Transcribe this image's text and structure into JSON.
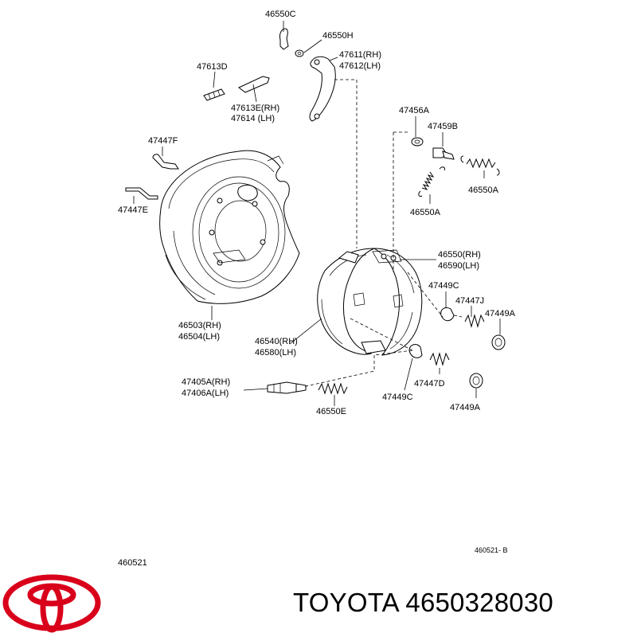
{
  "diagram": {
    "labels": {
      "l_46550C": "46550C",
      "l_46550H": "46550H",
      "l_47611": "47611(RH)",
      "l_47612": "47612(LH)",
      "l_47613D": "47613D",
      "l_47613E": "47613E(RH)",
      "l_47614": "47614 (LH)",
      "l_47447F": "47447F",
      "l_47447E": "47447E",
      "l_47456A": "47456A",
      "l_47459B": "47459B",
      "l_46550A_1": "46550A",
      "l_46550A_2": "46550A",
      "l_46550_rh": "46550(RH)",
      "l_46590_lh": "46590(LH)",
      "l_47449C_1": "47449C",
      "l_47447J": "47447J",
      "l_47449A_1": "47449A",
      "l_46503": "46503(RH)",
      "l_46504": "46504(LH)",
      "l_46540": "46540(RH)",
      "l_46580": "46580(LH)",
      "l_47405A": "47405A(RH)",
      "l_47406A": "47406A(LH)",
      "l_46550E": "46550E",
      "l_47447D": "47447D",
      "l_47449C_2": "47449C",
      "l_47449A_2": "47449A"
    },
    "ref_left": "460521",
    "ref_right": "460521- B"
  },
  "footer": {
    "brand": "TOYOTA",
    "part_number": "4650328030",
    "logo_icon": "toyota-logo-icon",
    "logo_color": "#d9001b"
  }
}
